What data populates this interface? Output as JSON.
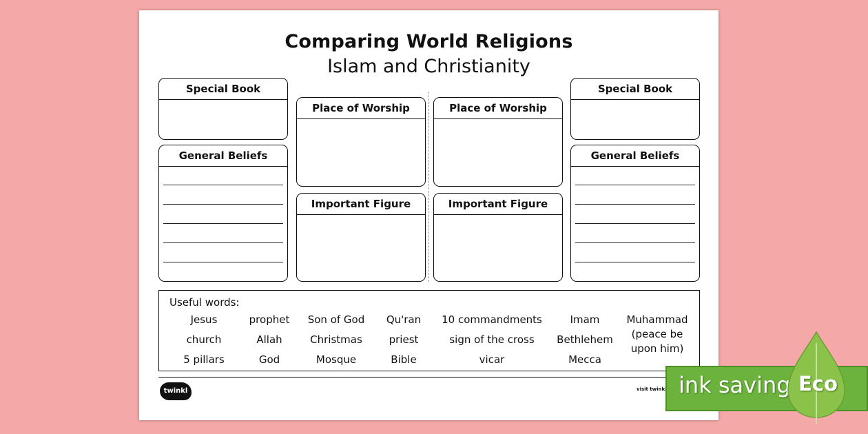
{
  "worksheet": {
    "title": "Comparing World Religions",
    "subtitle": "Islam and Christianity",
    "left": {
      "special_book": "Special Book",
      "general_beliefs": "General Beliefs",
      "place_of_worship": "Place of Worship",
      "important_figure": "Important Figure"
    },
    "right": {
      "special_book": "Special Book",
      "general_beliefs": "General Beliefs",
      "place_of_worship": "Place of Worship",
      "important_figure": "Important Figure"
    },
    "useful_words": {
      "label": "Useful words:",
      "columns": [
        [
          "Jesus",
          "church",
          "5 pillars"
        ],
        [
          "prophet",
          "Allah",
          "God"
        ],
        [
          "Son of God",
          "Christmas",
          "Mosque"
        ],
        [
          "Qu'ran",
          "priest",
          "Bible"
        ],
        [
          "10 commandments",
          "sign of the cross",
          "vicar"
        ],
        [
          "Imam",
          "Bethlehem",
          "Mecca"
        ],
        [
          "Muhammad",
          "(peace be",
          "upon him)"
        ]
      ]
    },
    "footer": {
      "logo_text": "twinkl",
      "visit_text": "visit twinkl.c"
    }
  },
  "badge": {
    "text": "ink saving",
    "eco": "Eco",
    "colors": {
      "green": "#6cb33e",
      "leaf": "#8bc34a"
    }
  }
}
